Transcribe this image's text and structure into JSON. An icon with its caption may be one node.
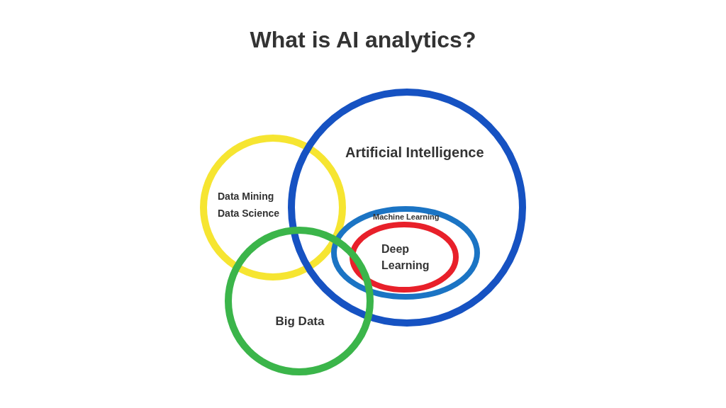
{
  "diagram": {
    "title": "What is AI analytics?",
    "nodes": [
      {
        "text": [
          "Artificial Intelligence"
        ]
      },
      {
        "text": [
          "Machine Learning"
        ],
        "in": 0
      },
      {
        "text": [
          "Deep Learning"
        ],
        "in": 1
      },
      {
        "text": [
          "Data Mining",
          "Data Science"
        ]
      },
      {
        "text": [
          "Big Data"
        ]
      }
    ]
  }
}
